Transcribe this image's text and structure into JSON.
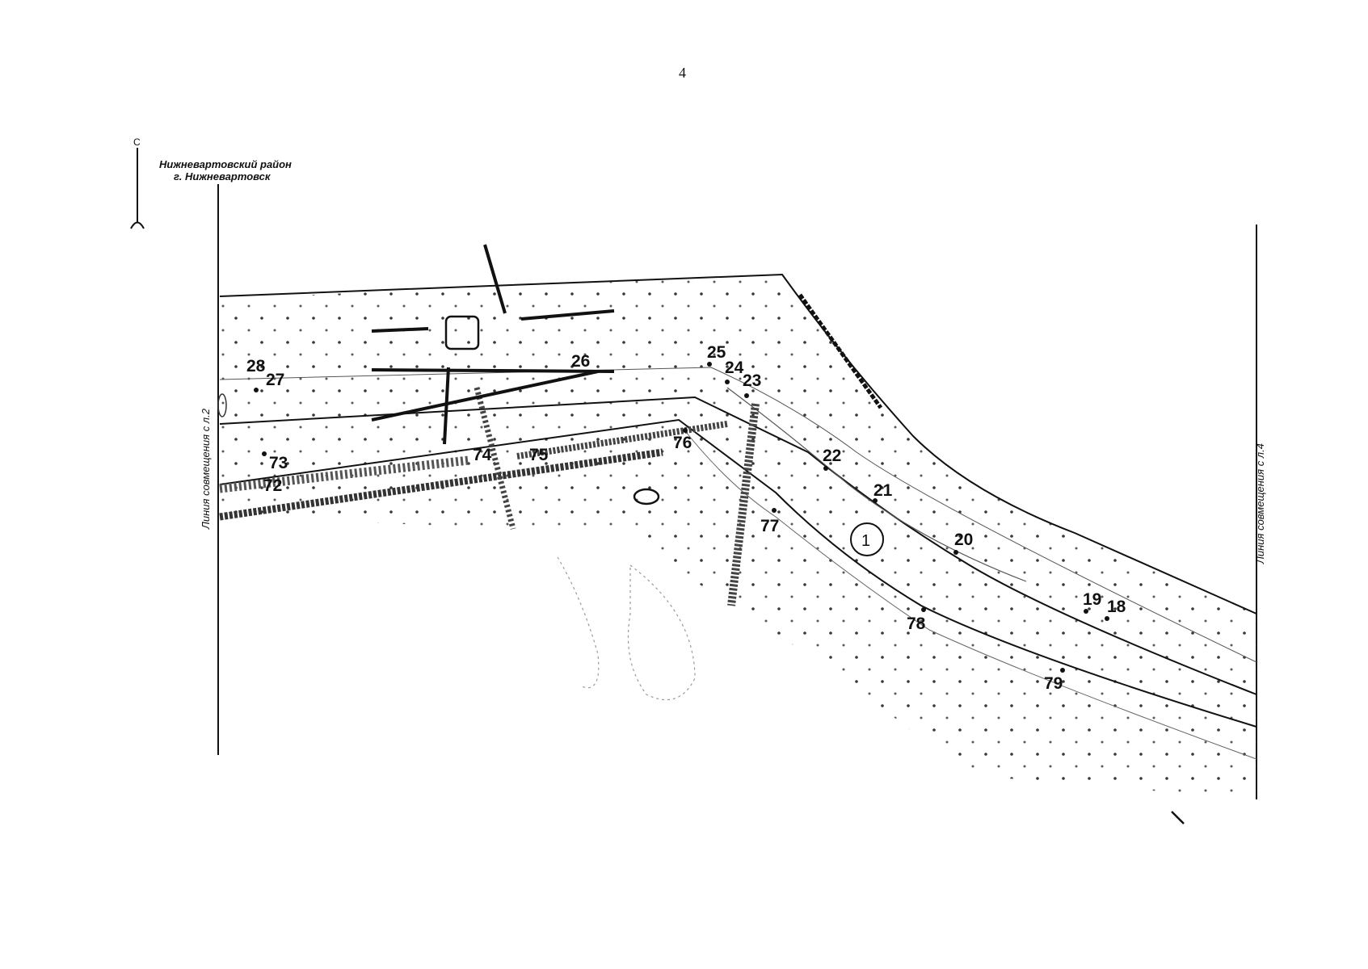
{
  "page_number": "4",
  "district": {
    "line1": "Нижневартовский район",
    "line2": "г. Нижневартовск"
  },
  "north_arrow_label": "С",
  "matching_line_left": "Линия совмещения с л.2",
  "matching_line_right": "Линия совмещения с л.4",
  "object_marker": "1",
  "point_labels": [
    "28",
    "27",
    "26",
    "25",
    "24",
    "23",
    "22",
    "21",
    "20",
    "19",
    "18",
    "73",
    "72",
    "74",
    "75",
    "76",
    "77",
    "78",
    "79"
  ]
}
